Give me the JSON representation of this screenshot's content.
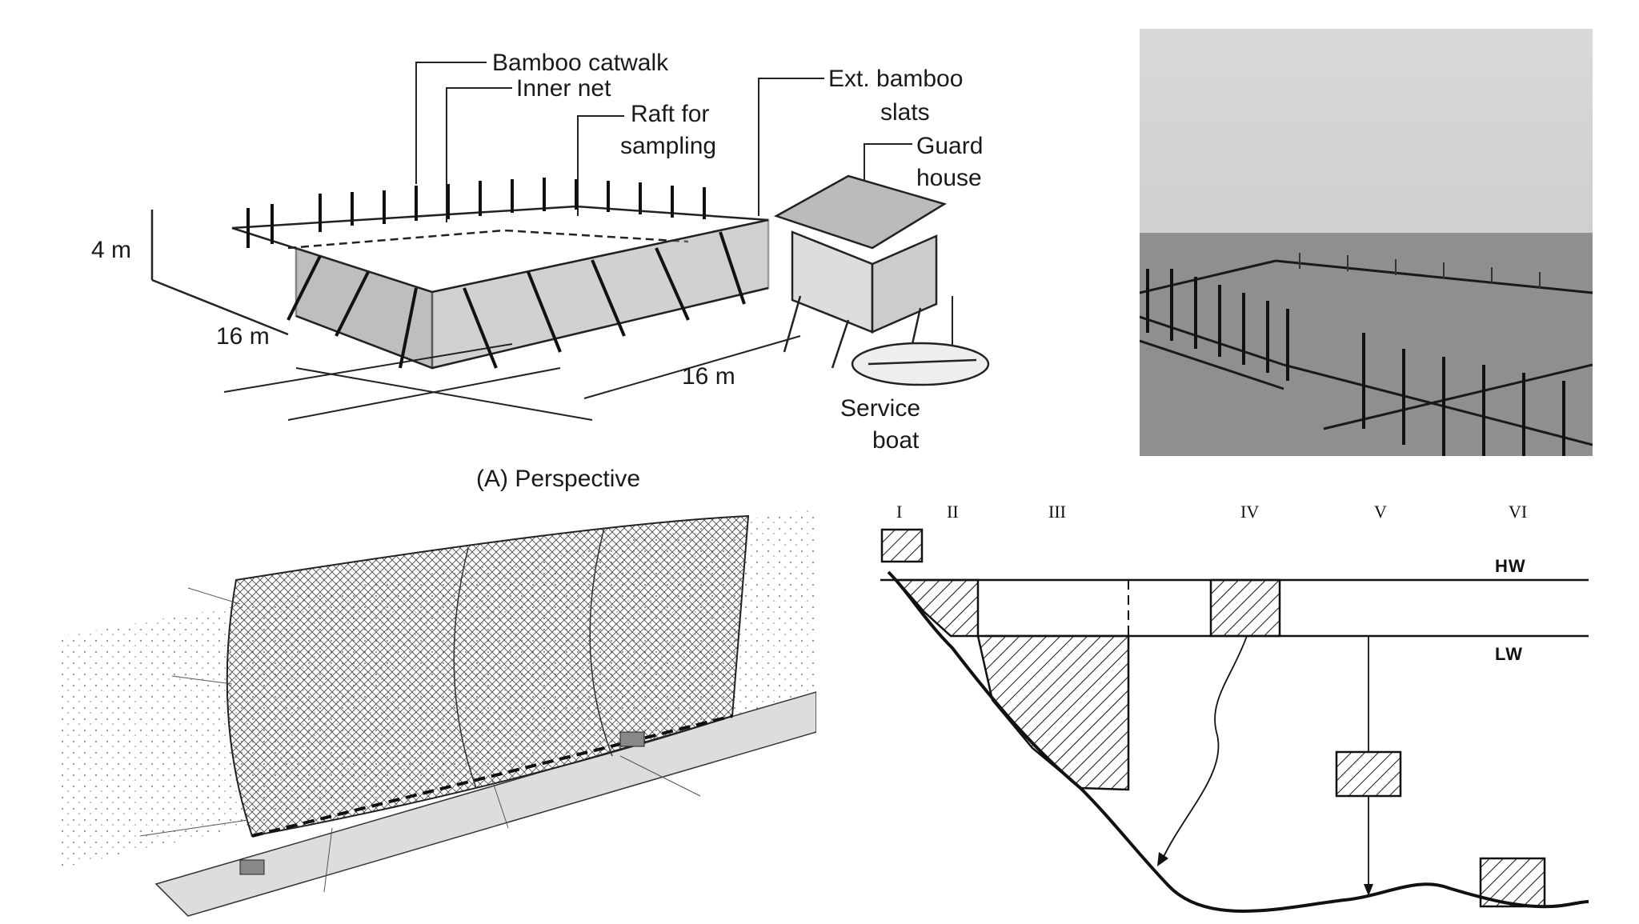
{
  "perspective": {
    "labels": {
      "catwalk": "Bamboo catwalk",
      "inner_net": "Inner net",
      "raft_line1": "Raft for",
      "raft_line2": "sampling",
      "slats_line1": "Ext. bamboo",
      "slats_line2": "slats",
      "guard_line1": "Guard",
      "guard_line2": "house",
      "boat_line1": "Service",
      "boat_line2": "boat",
      "height": "4 m",
      "width_left": "16 m",
      "width_right": "16 m"
    },
    "caption": "(A) Perspective"
  },
  "zones": {
    "numerals": [
      "I",
      "II",
      "III",
      "IV",
      "V",
      "VI"
    ],
    "hw": "HW",
    "lw": "LW"
  }
}
